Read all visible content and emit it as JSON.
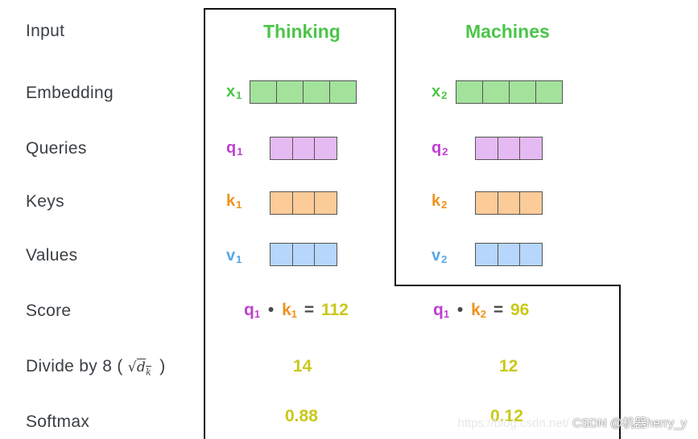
{
  "rows": {
    "input": "Input",
    "embedding": "Embedding",
    "queries": "Queries",
    "keys": "Keys",
    "values": "Values",
    "score": "Score",
    "divide": "Divide by 8 (",
    "divide_close": ")",
    "softmax": "Softmax"
  },
  "columns": [
    {
      "word": "Thinking",
      "x": "x",
      "x_sub": "1",
      "q": "q",
      "q_sub": "1",
      "k": "k",
      "k_sub": "1",
      "v": "v",
      "v_sub": "1",
      "score_q": "q",
      "score_q_sub": "1",
      "score_dot": "•",
      "score_k": "k",
      "score_k_sub": "1",
      "score_eq": "=",
      "score_val": "112",
      "divided": "14",
      "softmax": "0.88"
    },
    {
      "word": "Machines",
      "x": "x",
      "x_sub": "2",
      "q": "q",
      "q_sub": "2",
      "k": "k",
      "k_sub": "2",
      "v": "v",
      "v_sub": "2",
      "score_q": "q",
      "score_q_sub": "1",
      "score_dot": "•",
      "score_k": "k",
      "score_k_sub": "2",
      "score_eq": "=",
      "score_val": "96",
      "divided": "12",
      "softmax": "0.12"
    }
  ],
  "vector_colors": {
    "embedding": "#a2e29b",
    "query": "#e5b9f1",
    "key": "#fbcb98",
    "value": "#b6d6fb",
    "border": "#555555"
  },
  "watermark": {
    "faint": "https://blog.csdn.net/",
    "text": "CSDN @机器herry_y"
  }
}
